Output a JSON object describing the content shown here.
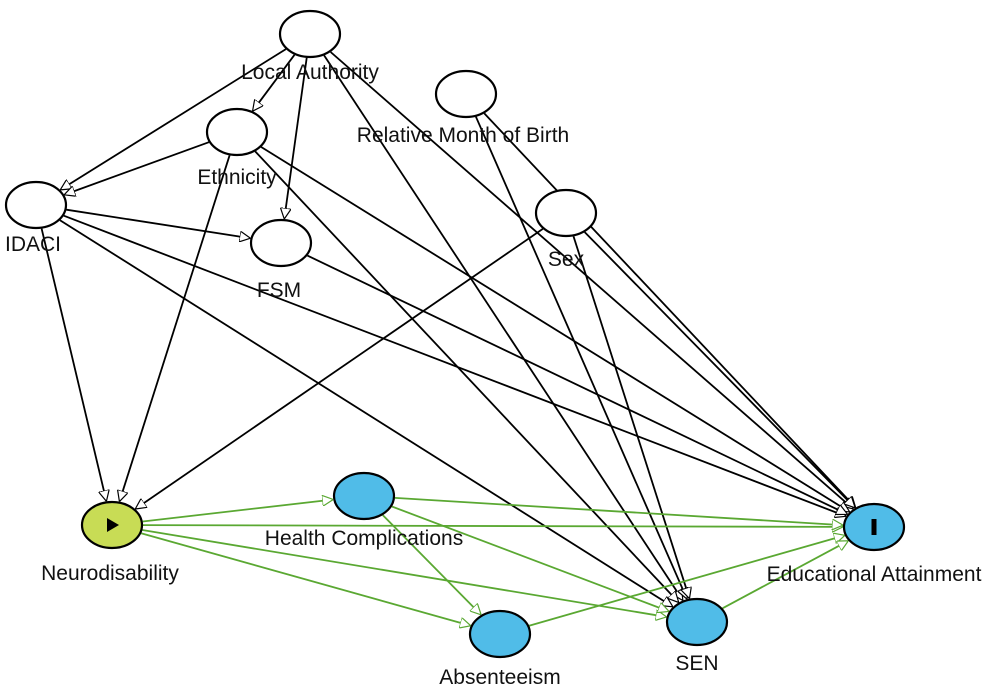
{
  "colors": {
    "causal_path": "#5aa832",
    "other_path": "#000000",
    "exposure_fill": "#c8dc55",
    "outcome_fill": "#50bce8",
    "mediator_fill": "#50bce8",
    "adjusted_fill": "#ffffff"
  },
  "nodes": [
    {
      "id": "local_authority",
      "label": "Local Authority",
      "role": "adjusted"
    },
    {
      "id": "relative_month",
      "label": "Relative Month of Birth",
      "role": "adjusted"
    },
    {
      "id": "ethnicity",
      "label": "Ethnicity",
      "role": "adjusted"
    },
    {
      "id": "idaci",
      "label": "IDACI",
      "role": "adjusted"
    },
    {
      "id": "fsm",
      "label": "FSM",
      "role": "adjusted"
    },
    {
      "id": "sex",
      "label": "Sex",
      "role": "adjusted"
    },
    {
      "id": "neurodisability",
      "label": "Neurodisability",
      "role": "exposure",
      "marker": "play-icon"
    },
    {
      "id": "health_complications",
      "label": "Health Complications",
      "role": "mediator"
    },
    {
      "id": "absenteeism",
      "label": "Absenteeism",
      "role": "mediator"
    },
    {
      "id": "sen",
      "label": "SEN",
      "role": "mediator"
    },
    {
      "id": "educational_attainment",
      "label": "Educational Attainment",
      "role": "outcome",
      "marker": "bar-icon"
    }
  ],
  "edges": [
    {
      "from": "local_authority",
      "to": "idaci",
      "type": "other"
    },
    {
      "from": "local_authority",
      "to": "ethnicity",
      "type": "other"
    },
    {
      "from": "local_authority",
      "to": "fsm",
      "type": "other"
    },
    {
      "from": "local_authority",
      "to": "sen",
      "type": "other"
    },
    {
      "from": "local_authority",
      "to": "educational_attainment",
      "type": "other"
    },
    {
      "from": "ethnicity",
      "to": "idaci",
      "type": "other"
    },
    {
      "from": "ethnicity",
      "to": "neurodisability",
      "type": "other"
    },
    {
      "from": "ethnicity",
      "to": "sen",
      "type": "other"
    },
    {
      "from": "ethnicity",
      "to": "educational_attainment",
      "type": "other"
    },
    {
      "from": "idaci",
      "to": "fsm",
      "type": "other"
    },
    {
      "from": "idaci",
      "to": "neurodisability",
      "type": "other"
    },
    {
      "from": "idaci",
      "to": "sen",
      "type": "other"
    },
    {
      "from": "idaci",
      "to": "educational_attainment",
      "type": "other"
    },
    {
      "from": "fsm",
      "to": "educational_attainment",
      "type": "other"
    },
    {
      "from": "relative_month",
      "to": "sen",
      "type": "other"
    },
    {
      "from": "relative_month",
      "to": "educational_attainment",
      "type": "other"
    },
    {
      "from": "sex",
      "to": "neurodisability",
      "type": "other"
    },
    {
      "from": "sex",
      "to": "sen",
      "type": "other"
    },
    {
      "from": "sex",
      "to": "educational_attainment",
      "type": "other"
    },
    {
      "from": "neurodisability",
      "to": "health_complications",
      "type": "causal"
    },
    {
      "from": "neurodisability",
      "to": "absenteeism",
      "type": "causal"
    },
    {
      "from": "neurodisability",
      "to": "sen",
      "type": "causal"
    },
    {
      "from": "neurodisability",
      "to": "educational_attainment",
      "type": "causal"
    },
    {
      "from": "health_complications",
      "to": "absenteeism",
      "type": "causal"
    },
    {
      "from": "health_complications",
      "to": "sen",
      "type": "causal"
    },
    {
      "from": "health_complications",
      "to": "educational_attainment",
      "type": "causal"
    },
    {
      "from": "absenteeism",
      "to": "educational_attainment",
      "type": "causal"
    },
    {
      "from": "sen",
      "to": "educational_attainment",
      "type": "causal"
    }
  ]
}
